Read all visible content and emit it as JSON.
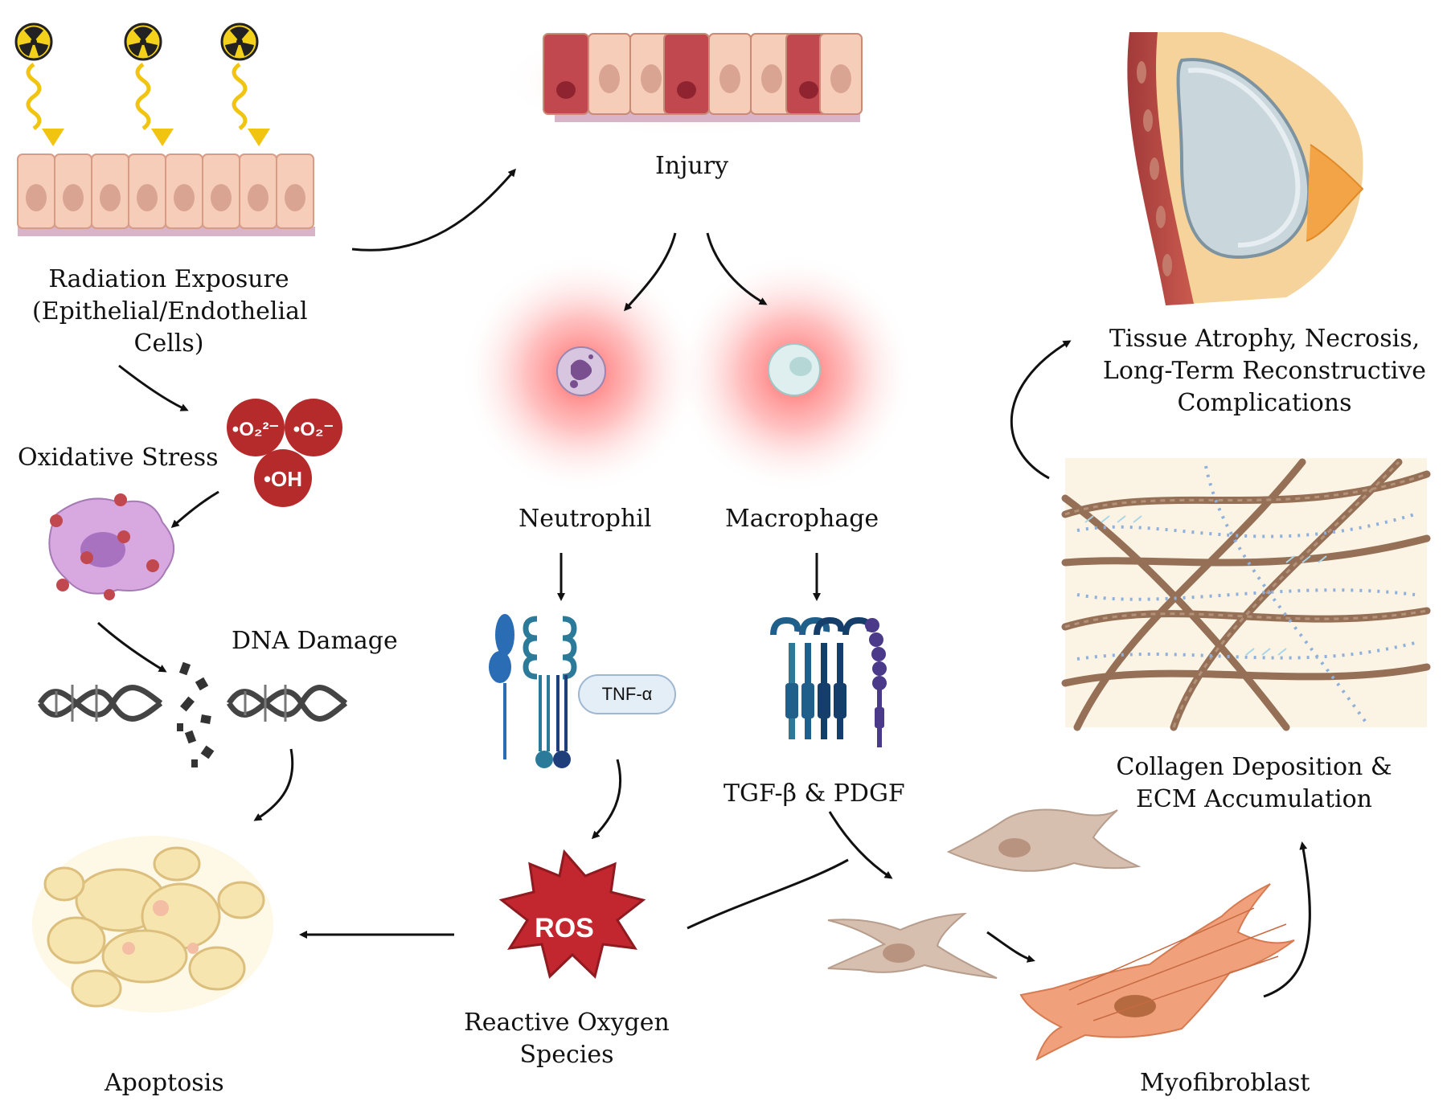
{
  "labels": {
    "injury": "Injury",
    "radiation": [
      "Radiation Exposure",
      "(Epithelial/Endothelial",
      "Cells)"
    ],
    "oxidative_stress": "Oxidative Stress",
    "dna_damage": "DNA Damage",
    "apoptosis": "Apoptosis",
    "neutrophil": "Neutrophil",
    "macrophage": "Macrophage",
    "tnf": "TNF-α",
    "tgf_pdgf": "TGF-β & PDGF",
    "ros_badge": "ROS",
    "ros": [
      "Reactive Oxygen",
      "Species"
    ],
    "myofibroblast": "Myofibroblast",
    "collagen": [
      "Collagen Deposition &",
      "ECM Accumulation"
    ],
    "tissue": [
      "Tissue Atrophy, Necrosis,",
      "Long-Term Reconstructive",
      "Complications"
    ]
  },
  "radicals": {
    "superoxide_dianion": "•O₂²⁻",
    "superoxide": "•O₂⁻",
    "hydroxyl": "•OH"
  },
  "icons": {
    "radiation": "radiation-hazard-icon",
    "cell": "epithelial-cell-icon",
    "ros": "ros-starburst-icon"
  },
  "colors": {
    "epithelium": "#f6cdb8",
    "injured_cell": "#c0484e",
    "radical": "#b52a2a",
    "glow": "#ff6a6a",
    "ros": "#c2262e",
    "collagen": "#8a6248",
    "myofibroblast": "#f0a07a",
    "fibroblast": "#d7bfb0",
    "receptor_blue": "#2a6db5",
    "arrow": "#111111"
  }
}
